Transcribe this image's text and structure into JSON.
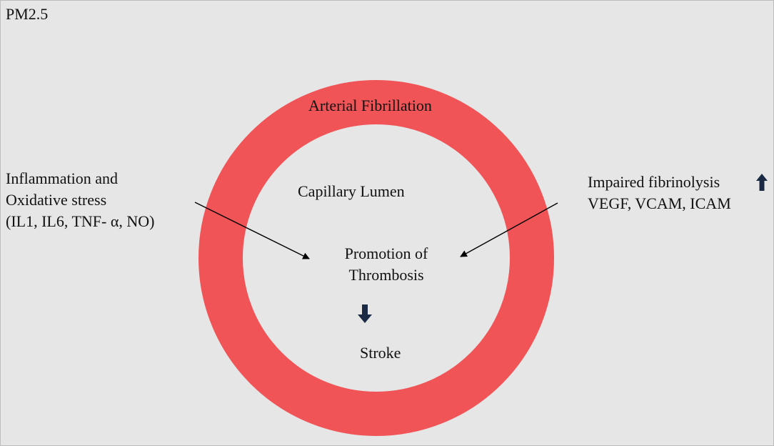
{
  "diagram": {
    "corner_label": "PM2.5",
    "ring_label": "Arterial Fibrillation",
    "lumen_label": "Capillary Lumen",
    "left_block": {
      "lines": [
        "Inflammation and",
        "Oxidative stress",
        "(IL1, IL6, TNF- α, NO)"
      ]
    },
    "right_block": {
      "lines": [
        "Impaired fibrinolysis",
        "VEGF, VCAM, ICAM"
      ],
      "indicator_icon": "up-arrow-icon"
    },
    "center_block": {
      "lines": [
        "Promotion of",
        "Thrombosis"
      ],
      "indicator_icon": "down-arrow-icon"
    },
    "outcome_label": "Stroke",
    "colors": {
      "background": "#e6e6e6",
      "ring": "#f05457",
      "arrow_fill": "#1a2a45",
      "text": "#111111"
    }
  }
}
